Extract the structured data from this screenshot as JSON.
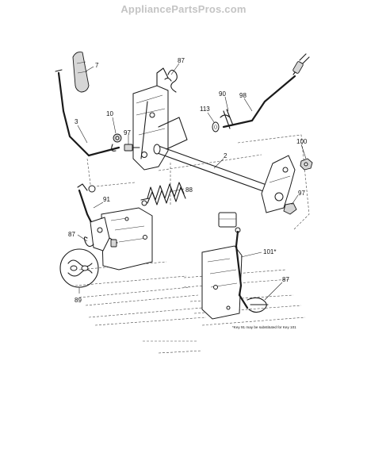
{
  "header": {
    "site_name": "AppliancePartsPros.com"
  },
  "diagram": {
    "callouts": [
      "7",
      "87",
      "3",
      "10",
      "97",
      "113",
      "90",
      "98",
      "2",
      "100",
      "88",
      "97",
      "91",
      "87",
      "89",
      "101*",
      "87"
    ],
    "footnote": "*Key 91 may be substituted for Key 101"
  }
}
